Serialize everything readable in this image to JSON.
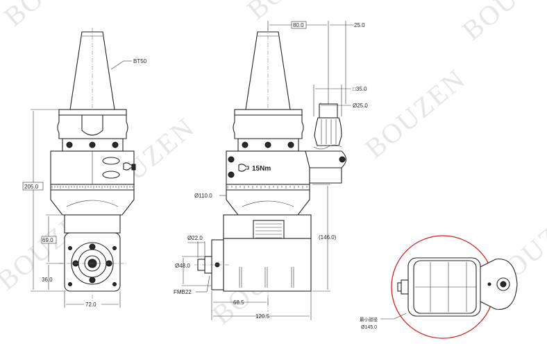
{
  "watermark": "BOUZEN",
  "dimensions": {
    "bt50": "BT50",
    "d205": "205.0",
    "d69": "69.0",
    "d36": "36.0",
    "d72": "72.0",
    "d80": "80.0",
    "d25": "25.0",
    "sq35": "□35.0",
    "dia25": "Ø25.0",
    "torque": "15Nm",
    "dia110": "Ø110.0",
    "d146": "(146.0)",
    "dia22": "Ø22.0",
    "dia48": "Ø48.0",
    "fmb22": "FMB22",
    "d68_5": "68.5",
    "d120_5": "120.5",
    "min_dia_label": "最小迴径",
    "dia145": "Ø145.0"
  },
  "colors": {
    "circle": "#d62020",
    "watermark": "#e6e6e6",
    "line": "#222222"
  }
}
